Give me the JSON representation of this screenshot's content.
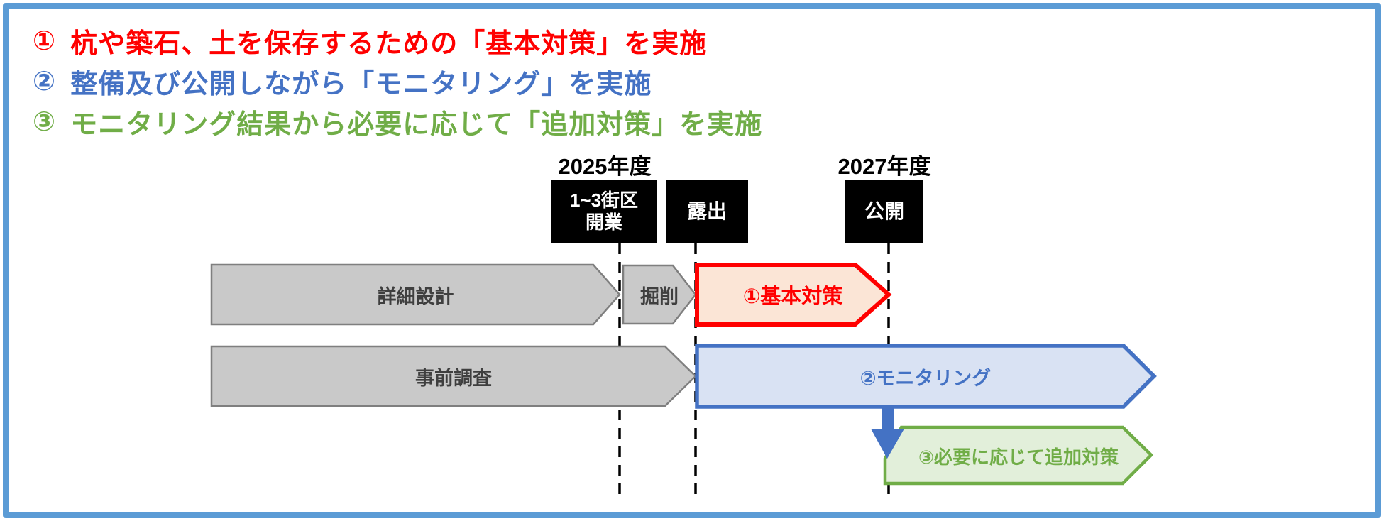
{
  "header": {
    "lines": [
      {
        "number": "①",
        "text": "杭や築石、土を保存するための「基本対策」を実施",
        "color": "#FF0000"
      },
      {
        "number": "②",
        "text": "整備及び公開しながら「モニタリング」を実施",
        "color": "#4472C4"
      },
      {
        "number": "③",
        "text": "モニタリング結果から必要に応じて「追加対策」を実施",
        "color": "#70AD47"
      }
    ]
  },
  "timeline": {
    "year_2025": "2025年度",
    "year_2027": "2027年度",
    "milestones": {
      "opening_line1": "1~3街区",
      "opening_line2": "開業",
      "exposure": "露出",
      "public_open": "公開"
    }
  },
  "gantt": {
    "detailed_design": "詳細設計",
    "excavation": "掘削",
    "basic_measures": "①基本対策",
    "preliminary_survey": "事前調査",
    "monitoring": "②モニタリング",
    "additional_measures": "③必要に応じて追加対策"
  },
  "colors": {
    "frame_border": "#5B9BD5",
    "header_red": "#FF0000",
    "header_blue": "#4472C4",
    "header_green": "#70AD47",
    "red_arrow_stroke": "#FF0000",
    "red_arrow_fill": "#FBE5D6",
    "blue_arrow_stroke": "#4472C4",
    "blue_arrow_fill": "#D9E2F3",
    "green_arrow_stroke": "#70AD47",
    "green_arrow_fill": "#E2EFDA",
    "gray_arrow_fill": "#C9C9C9",
    "gray_arrow_stroke": "#7F7F7F",
    "milestone_bg": "#000000",
    "milestone_text": "#FFFFFF",
    "dashed_line": "#000000",
    "down_arrow": "#4472C4"
  }
}
